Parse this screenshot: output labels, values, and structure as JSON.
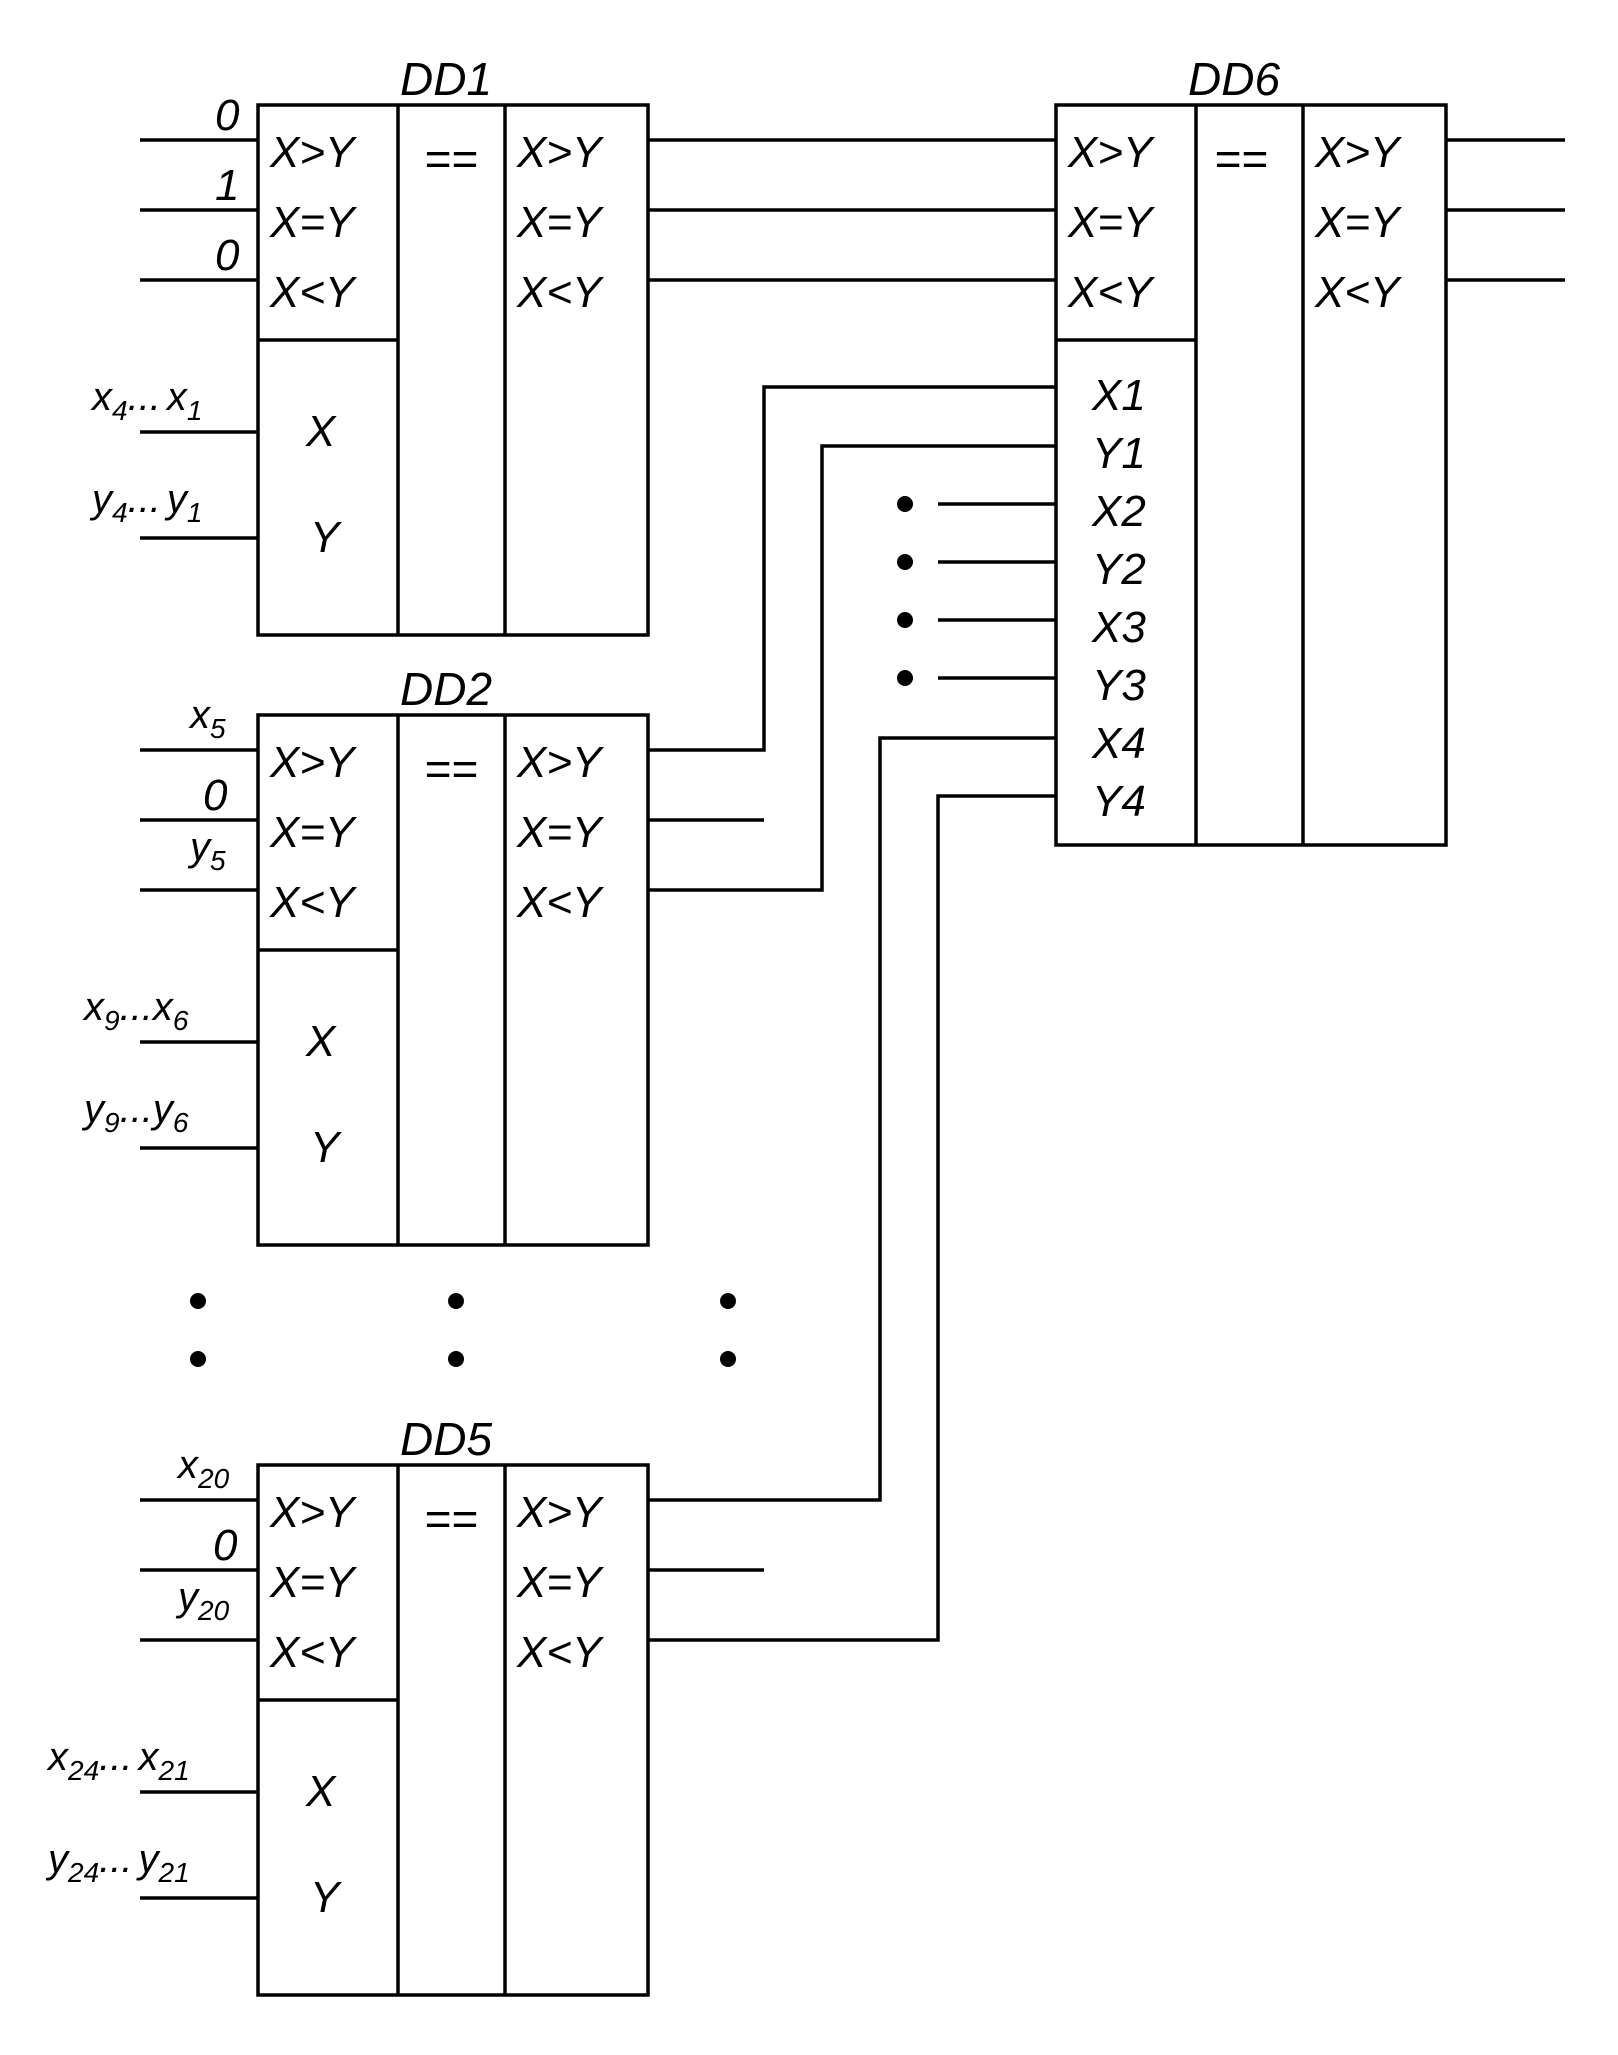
{
  "chips": {
    "dd1": {
      "name": "DD1",
      "func": "==",
      "in": [
        "X>Y",
        "X=Y",
        "X<Y"
      ],
      "x": "X",
      "y": "Y",
      "out": [
        "X>Y",
        "X=Y",
        "X<Y"
      ]
    },
    "dd2": {
      "name": "DD2",
      "func": "==",
      "in": [
        "X>Y",
        "X=Y",
        "X<Y"
      ],
      "x": "X",
      "y": "Y",
      "out": [
        "X>Y",
        "X=Y",
        "X<Y"
      ]
    },
    "dd5": {
      "name": "DD5",
      "func": "==",
      "in": [
        "X>Y",
        "X=Y",
        "X<Y"
      ],
      "x": "X",
      "y": "Y",
      "out": [
        "X>Y",
        "X=Y",
        "X<Y"
      ]
    },
    "dd6": {
      "name": "DD6",
      "func": "==",
      "in": [
        "X>Y",
        "X=Y",
        "X<Y"
      ],
      "data_in": [
        "X1",
        "Y1",
        "X2",
        "Y2",
        "X3",
        "Y3",
        "X4",
        "Y4"
      ],
      "out": [
        "X>Y",
        "X=Y",
        "X<Y"
      ]
    }
  },
  "signals": {
    "dd1_in": [
      "0",
      "1",
      "0"
    ],
    "dd2_in_mid": "0",
    "dd5_in_mid": "0",
    "x": "x",
    "y": "y",
    "dots": "...",
    "sub": {
      "s4": "4",
      "s1": "1",
      "s5": "5",
      "s9": "9",
      "s6": "6",
      "s20": "20",
      "s24": "24",
      "s21": "21"
    }
  }
}
